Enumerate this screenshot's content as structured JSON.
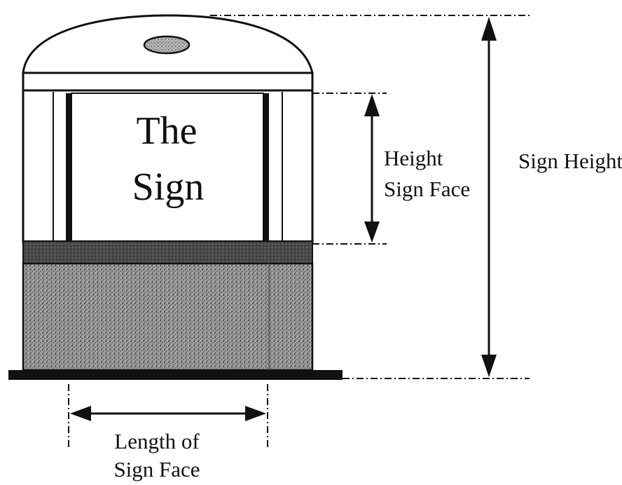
{
  "sign_text": {
    "line1": "The",
    "line2": "Sign"
  },
  "labels": {
    "height_sign_face_line1": "Height",
    "height_sign_face_line2": "Sign Face",
    "sign_height": "Sign Height",
    "length_sign_face_line1": "Length of",
    "length_sign_face_line2": "Sign Face"
  },
  "colors": {
    "ink": "#111111",
    "stipple_light": "#9a9a9a",
    "stipple_dark": "#3a3a3a",
    "paper": "#ffffff"
  }
}
